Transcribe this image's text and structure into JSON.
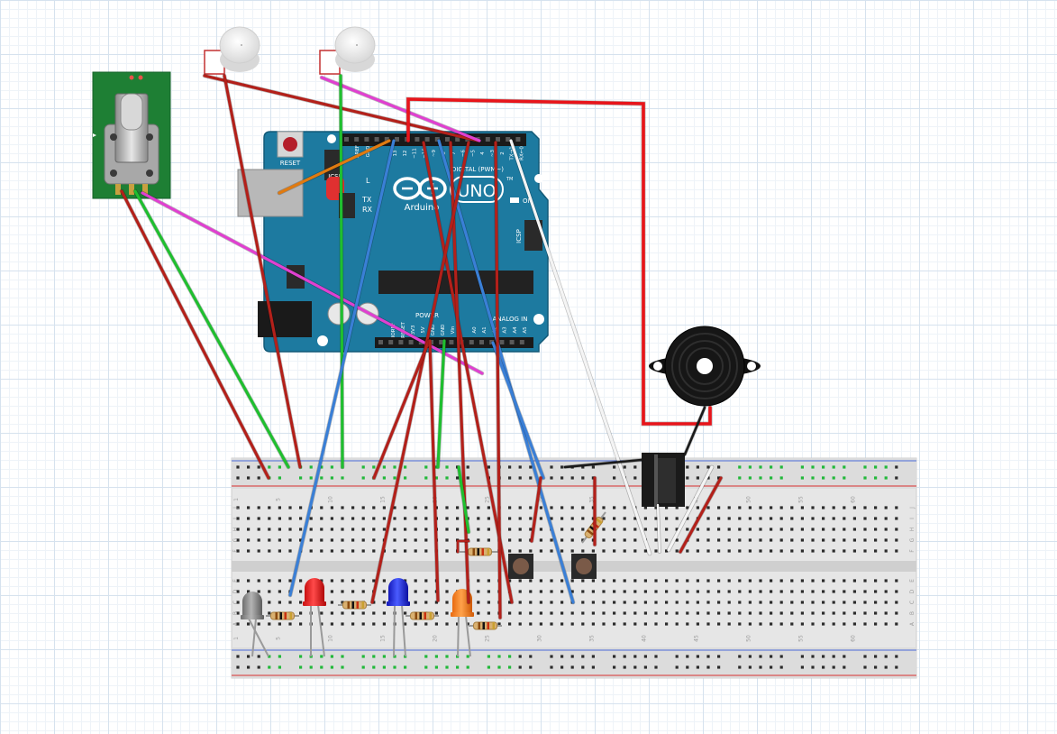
{
  "arduino": {
    "reset_label": "RESET",
    "icsp_label": "ICSP",
    "icsp2_label": "ICSP",
    "brand": "Arduino",
    "model": "UNO",
    "tm": "TM",
    "tx_label": "TX",
    "rx_label": "RX",
    "l_label": "L",
    "on_label": "ON",
    "digital_label": "DIGITAL (PWM~)",
    "power_label": "POWER",
    "analog_label": "ANALOG IN",
    "aref_label": "AREF",
    "gnd_label": "GND",
    "digital_pins": [
      "13",
      "12",
      "~11",
      "~10",
      "~9",
      "8",
      "7",
      "~6",
      "~5",
      "4",
      "~3",
      "2",
      "TX→1",
      "RX←0"
    ],
    "power_pins": [
      "IOREF",
      "RESET",
      "3V3",
      "5V",
      "GND",
      "GND",
      "Vin"
    ],
    "analog_pins": [
      "A0",
      "A1",
      "A2",
      "A3",
      "A4",
      "A5"
    ]
  },
  "breadboard": {
    "column_numbers": [
      "1",
      "5",
      "10",
      "15",
      "20",
      "25",
      "30",
      "35",
      "40",
      "45",
      "50",
      "55",
      "60"
    ],
    "row_letters_top": [
      "J",
      "I",
      "H",
      "G",
      "F"
    ],
    "row_letters_bottom": [
      "E",
      "D",
      "C",
      "B",
      "A"
    ]
  },
  "colors": {
    "wire_red": "#b3201a",
    "wire_green": "#1fbf2f",
    "wire_blue": "#3a7fd6",
    "wire_pink": "#e040d0",
    "wire_orange": "#e07a10",
    "wire_white": "#f4f4f4",
    "wire_bright_red": "#e8141a",
    "arduino_blue": "#1d7aa0",
    "potentiometer_pcb": "#1e7f34"
  }
}
